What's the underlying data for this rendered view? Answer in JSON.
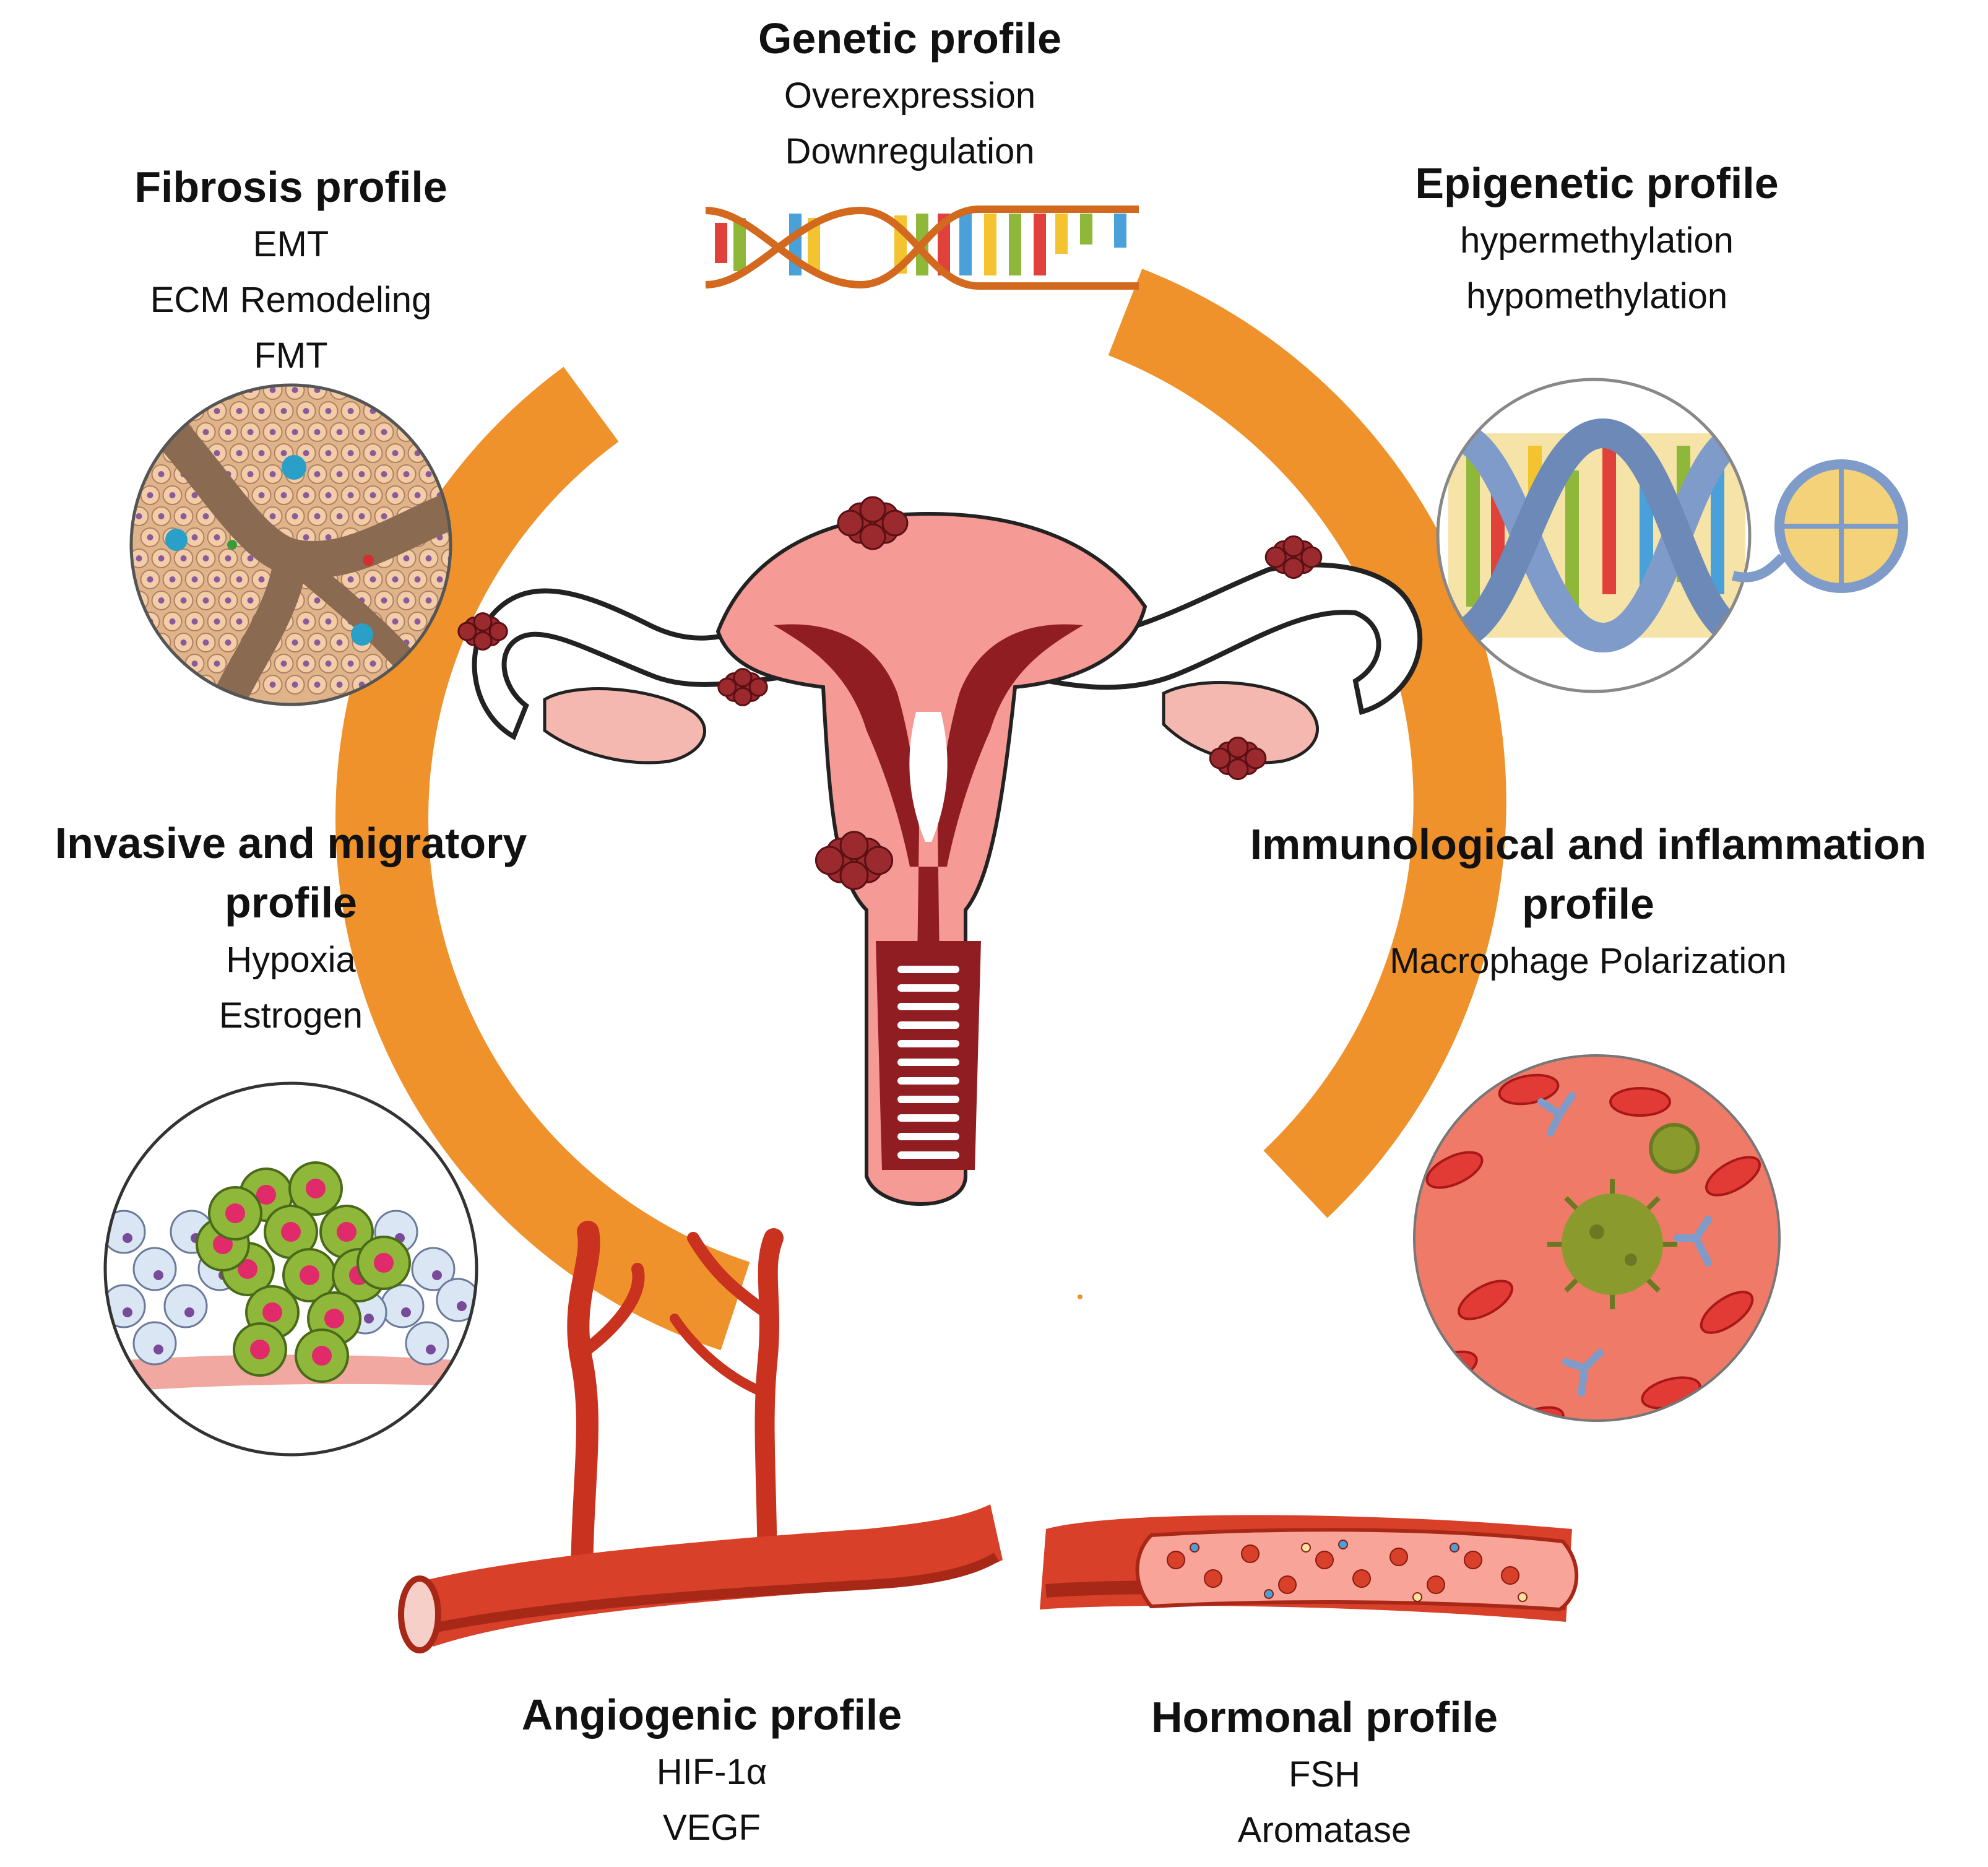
{
  "profiles": {
    "genetic": {
      "title": "Genetic profile",
      "items": [
        "Overexpression",
        "Downregulation"
      ]
    },
    "epigenetic": {
      "title": "Epigenetic profile",
      "items": [
        "hypermethylation",
        "hypomethylation"
      ]
    },
    "fibrosis": {
      "title": "Fibrosis profile",
      "items": [
        "EMT",
        "ECM Remodeling",
        "FMT"
      ]
    },
    "invasive": {
      "title_line1": "Invasive and migratory",
      "title_line2": "profile",
      "items": [
        "Hypoxia",
        "Estrogen"
      ]
    },
    "immunological": {
      "title_line1": "Immunological and inflammation",
      "title_line2": "profile",
      "items": [
        "Macrophage Polarization"
      ]
    },
    "angiogenic": {
      "title": "Angiogenic profile",
      "items": [
        "HIF-1α",
        "VEGF"
      ]
    },
    "hormonal": {
      "title": "Hormonal profile",
      "items": [
        "FSH",
        "Aromatase"
      ]
    }
  },
  "colors": {
    "ring": "#f0922b",
    "uterus_body": "#f59a95",
    "uterus_dark": "#8f1d22",
    "lesion": "#9b2a2e",
    "vessel": "#c8321f",
    "cell_green": "#8fb83a",
    "dna_blue": "#7f9bc9"
  },
  "icons": {
    "center": "uterus-illustration",
    "genetic": "dna-helix-icon",
    "epigenetic": "methylated-dna-icon",
    "fibrosis": "fibrotic-tissue-icon",
    "invasive": "tumor-cells-icon",
    "immunological": "immune-cells-icon",
    "angiogenic": "branching-vessel-icon",
    "hormonal": "blood-vessel-icon"
  }
}
